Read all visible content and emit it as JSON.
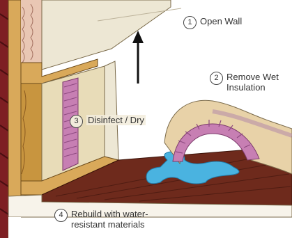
{
  "diagram": {
    "steps": [
      {
        "number": "1",
        "label": "Open Wall"
      },
      {
        "number": "2",
        "label": "Remove Wet\nInsulation"
      },
      {
        "number": "3",
        "label": "Disinfect / Dry"
      },
      {
        "number": "4",
        "label": "Rebuild with water-\nresistant materials"
      }
    ]
  },
  "colors": {
    "drywall": "#ede7d4",
    "wood": "#c8953f",
    "floor": "#6e2a1c",
    "insulation_pink": "#c77fb3",
    "water": "#4ab3e0",
    "siding": "#7e1f23"
  }
}
